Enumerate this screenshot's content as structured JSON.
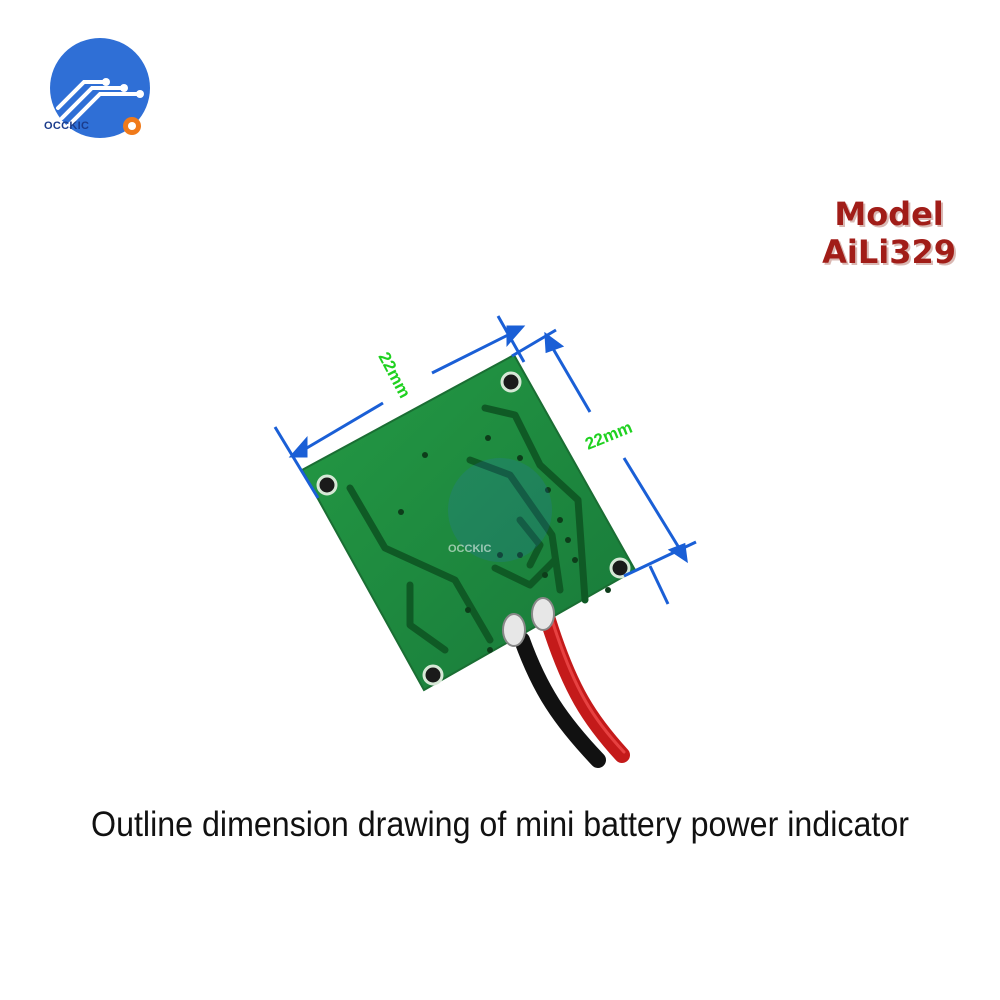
{
  "brand": {
    "name": "OCCKIC",
    "logo_color": "#2f6fd6"
  },
  "model": {
    "line1": "Model",
    "line2": "AiLi329",
    "color": "#a11d18"
  },
  "dimensions": {
    "width_label": "22mm",
    "height_label": "22mm",
    "line_color": "#1a5fd6",
    "label_color": "#1fd120"
  },
  "board": {
    "pcb_color": "#1f8a3c",
    "watermark": "OCCKIC"
  },
  "caption": {
    "text": "Outline dimension drawing of mini battery power indicator"
  }
}
